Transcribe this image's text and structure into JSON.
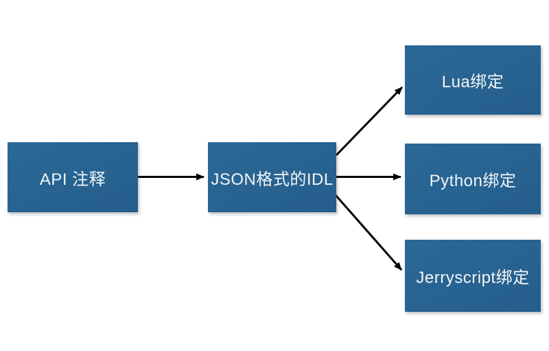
{
  "diagram": {
    "background_color": "#ffffff",
    "node_fill_color": "#2e73a9",
    "node_text_color": "#f2f5f7",
    "arrow_color": "#000000",
    "nodes": [
      {
        "id": "api-annotation",
        "label": "API 注释"
      },
      {
        "id": "json-idl",
        "label": "JSON格式的IDL"
      },
      {
        "id": "lua-binding",
        "label": "Lua绑定"
      },
      {
        "id": "python-binding",
        "label": "Python绑定"
      },
      {
        "id": "jerryscript-binding",
        "label": "Jerryscript绑定"
      }
    ],
    "edges": [
      {
        "from": "API 注释",
        "to": "JSON格式的IDL"
      },
      {
        "from": "JSON格式的IDL",
        "to": "Lua绑定"
      },
      {
        "from": "JSON格式的IDL",
        "to": "Python绑定"
      },
      {
        "from": "JSON格式的IDL",
        "to": "Jerryscript绑定"
      }
    ]
  }
}
